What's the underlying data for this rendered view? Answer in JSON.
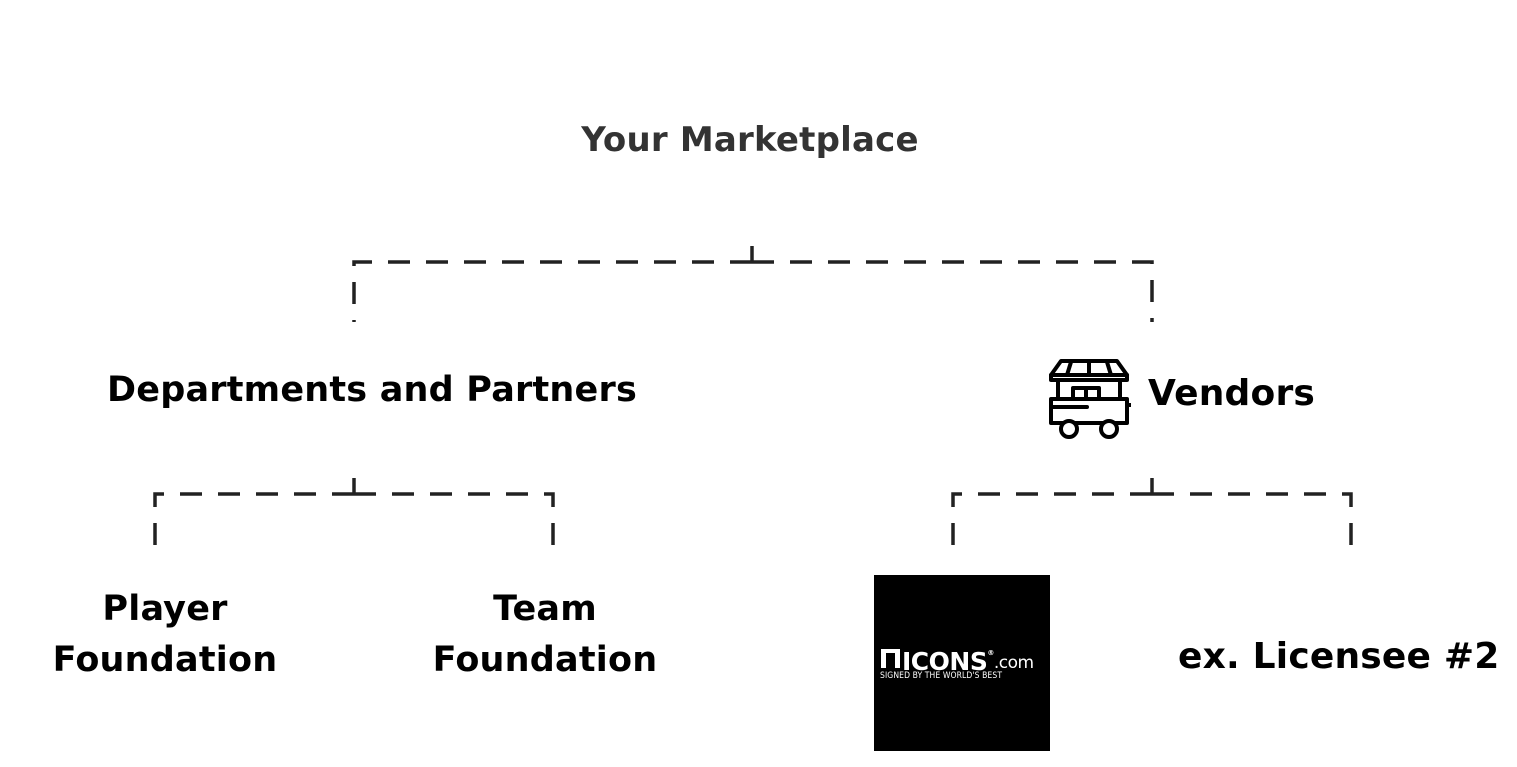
{
  "diagram": {
    "title": "Your Marketplace",
    "branches": {
      "departments": {
        "label": "Departments and Partners",
        "children": [
          "Player Foundation",
          "Team Foundation"
        ]
      },
      "vendors": {
        "label": "Vendors",
        "icon": "food-cart-icon",
        "children": [
          "ICONS.com",
          "ex. Licensee #2"
        ]
      }
    }
  },
  "logo": {
    "wordmark": "ICONS",
    "wordmark_suffix": ".com",
    "tagline": "SIGNED BY THE WORLD'S BEST"
  },
  "colors": {
    "connector": "#222222",
    "title": "#333333",
    "text": "#000000",
    "logo_background": "#000000"
  }
}
